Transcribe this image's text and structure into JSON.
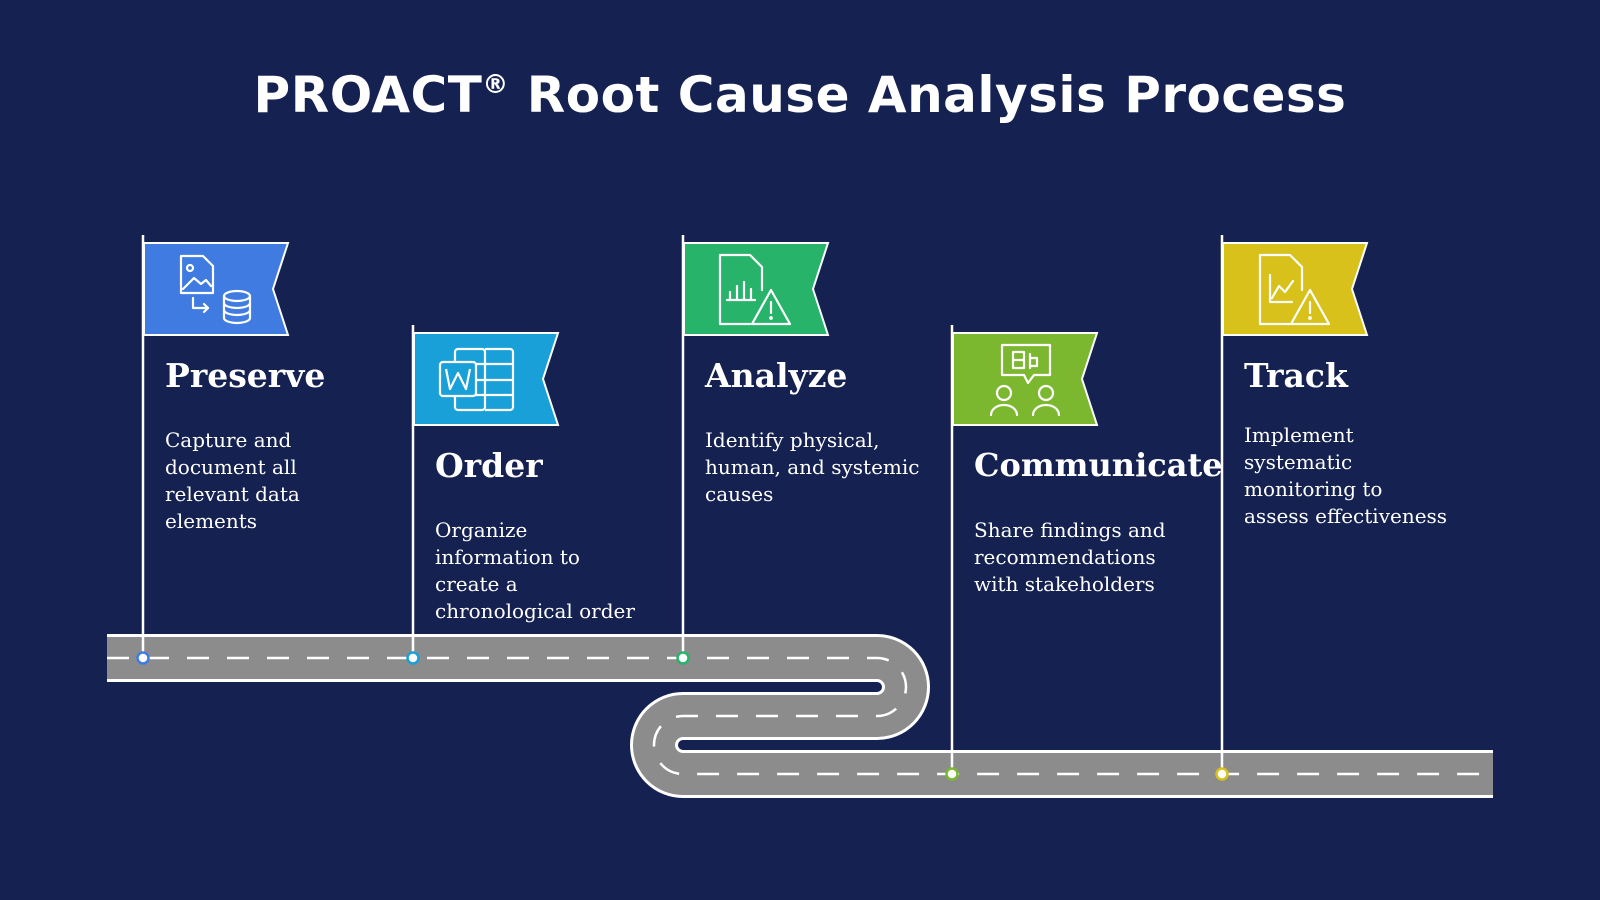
{
  "title": "PROACT",
  "title_mark": "®",
  "title_rest": " Root Cause Analysis Process",
  "steps": [
    {
      "title": "Preserve",
      "description": "Capture and document all relevant data elements",
      "color": "#3f7be0",
      "icon": "image-to-database-icon"
    },
    {
      "title": "Order",
      "description": "Organize information to create a chronological order",
      "color": "#1aa0d8",
      "icon": "word-document-icon"
    },
    {
      "title": "Analyze",
      "description": "Identify physical, human, and systemic causes",
      "color": "#27b36a",
      "icon": "report-warning-icon"
    },
    {
      "title": "Communicate",
      "description": "Share findings and recommendations with stakeholders",
      "color": "#7cb82f",
      "icon": "people-discussion-icon"
    },
    {
      "title": "Track",
      "description": "Implement systematic monitoring to assess effectiveness",
      "color": "#d7c11a",
      "icon": "chart-warning-icon"
    }
  ],
  "colors": {
    "background": "#152151",
    "road": "#8c8c8c",
    "road_edge": "#ffffff"
  }
}
